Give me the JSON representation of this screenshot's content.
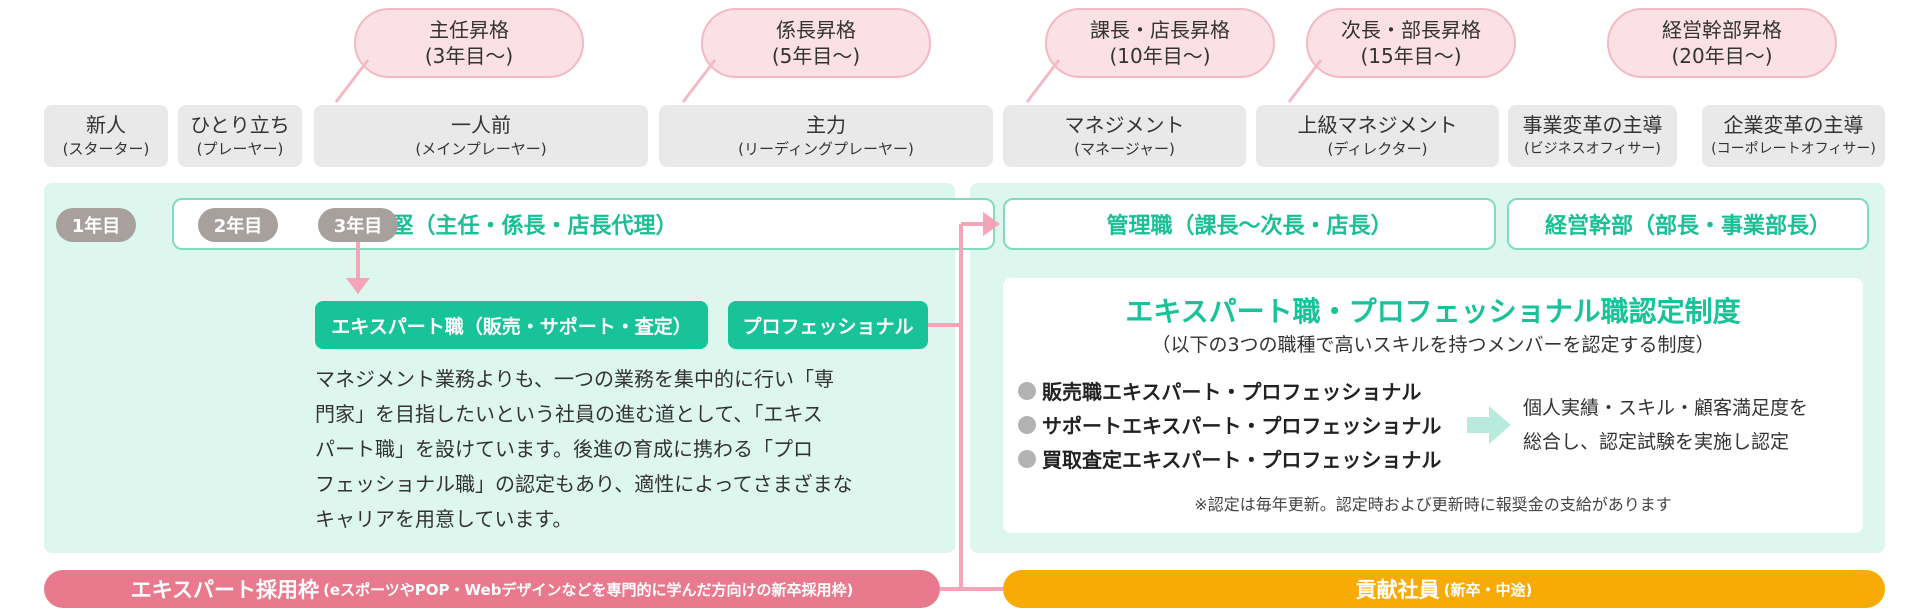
{
  "promotions": [
    {
      "title": "主任昇格",
      "years": "(3年目〜)"
    },
    {
      "title": "係長昇格",
      "years": "(5年目〜)"
    },
    {
      "title": "課長・店長昇格",
      "years": "(10年目〜)"
    },
    {
      "title": "次長・部長昇格",
      "years": "(15年目〜)"
    },
    {
      "title": "経営幹部昇格",
      "years": "(20年目〜)"
    }
  ],
  "stages": [
    {
      "title": "新人",
      "sub": "(スターター)"
    },
    {
      "title": "ひとり立ち",
      "sub": "(プレーヤー)"
    },
    {
      "title": "一人前",
      "sub": "(メインプレーヤー)"
    },
    {
      "title": "主力",
      "sub": "(リーディングプレーヤー)"
    },
    {
      "title": "マネジメント",
      "sub": "(マネージャー)"
    },
    {
      "title": "上級マネジメント",
      "sub": "(ディレクター)"
    },
    {
      "title": "事業変革の主導",
      "sub": "(ビジネスオフィサー)"
    },
    {
      "title": "企業変革の主導",
      "sub": "(コーポレートオフィサー)"
    }
  ],
  "years": [
    "1年目",
    "2年目",
    "3年目"
  ],
  "tracks": {
    "mid": "中堅（主任・係長・店長代理）",
    "manager": "管理職（課長〜次長・店長）",
    "executive": "経営幹部（部長・事業部長）"
  },
  "expert_button": "エキスパート職（販売・サポート・査定）",
  "professional_button": "プロフェッショナル",
  "description": [
    "マネジメント業務よりも、一つの業務を集中的に行い「専",
    "門家」を目指したいという社員の進む道として、「エキス",
    "パート職」を設けています。後進の育成に携わる「プロ",
    "フェッショナル職」の認定もあり、適性によってさまざまな",
    "キャリアを用意しています。"
  ],
  "certification": {
    "title": "エキスパート職・プロフェッショナル職認定制度",
    "subtitle": "（以下の3つの職種で高いスキルを持つメンバーを認定する制度）",
    "items": [
      "販売職エキスパート・プロフェッショナル",
      "サポートエキスパート・プロフェッショナル",
      "買取査定エキスパート・プロフェッショナル"
    ],
    "result": [
      "個人実績・スキル・顧客満足度を",
      "総合し、認定試験を実施し認定"
    ],
    "note": "※認定は毎年更新。認定時および更新時に報奨金の支給があります"
  },
  "bottom": {
    "expert_hiring_title": "エキスパート採用枠",
    "expert_hiring_sub": "(eスポーツやPOP・Webデザインなどを専門的に学んだ方向けの新卒採用枠)",
    "contributor_title": "貢献社員",
    "contributor_sub": "(新卒・中途)"
  },
  "colors": {
    "pink": "#e97a8e",
    "teal": "#18c39a",
    "mint": "#ddf7ee",
    "orange": "#f9ab05",
    "gray_pill": "#a7a09d"
  }
}
